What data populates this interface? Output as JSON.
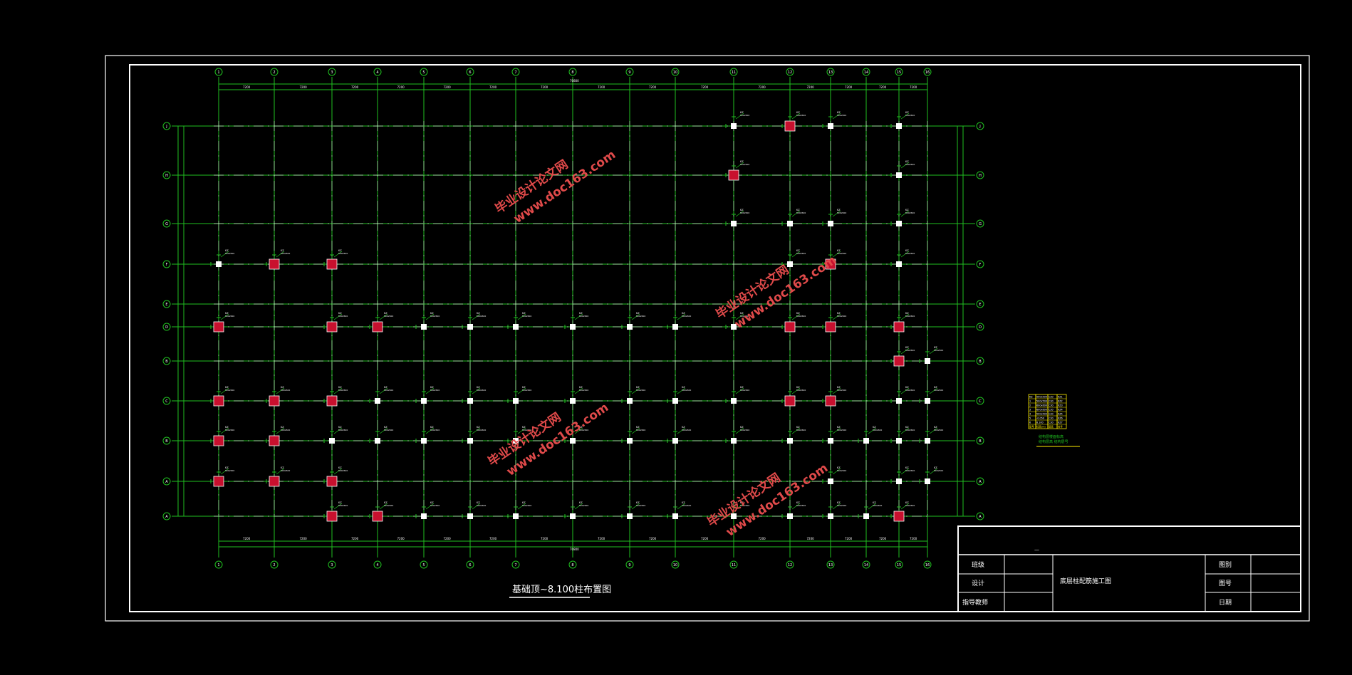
{
  "drawing": {
    "title": "基础顶~8.100柱布置图",
    "watermark": {
      "line1": "毕业设计论文网",
      "line2": "www.doc163.com"
    },
    "col_axes": [
      "1",
      "2",
      "3",
      "4",
      "5",
      "6",
      "7",
      "8",
      "9",
      "10",
      "11",
      "12",
      "13",
      "14",
      "15",
      "16"
    ],
    "row_axes": [
      "J",
      "H",
      "G",
      "F",
      "E",
      "D",
      "B",
      "C",
      "B",
      "A",
      "A"
    ],
    "top_total": "70800",
    "bottom_total": "70800"
  },
  "title_block": {
    "top_label": "—",
    "left_labels": [
      "班级",
      "设计",
      "指导教师"
    ],
    "drawing_name": "底层柱配筋施工图",
    "right_labels": [
      "图别",
      "图号",
      "日期"
    ]
  },
  "legend_table": {
    "rows": [
      [
        "KZ",
        "500x500",
        "C30",
        "KZ1"
      ],
      [
        "1",
        "500x500",
        "C30",
        "KZ2"
      ],
      [
        "2",
        "600x600",
        "C30",
        "KZ3"
      ],
      [
        "3",
        "600x600",
        "C30",
        "KZ4"
      ],
      [
        "4",
        "500x500",
        "C30",
        "KZ5"
      ],
      [
        "5",
        "-0.050",
        "C30",
        "KZ6"
      ],
      [
        "6",
        "8.100",
        "C30",
        "KZ7"
      ],
      [
        "层号",
        "标高(m)",
        "层高",
        "柱号"
      ]
    ],
    "caption": "结构层楼面标高",
    "subcaption": "结构层高  结构层号"
  },
  "colors": {
    "grid": "#20c020",
    "frame": "#ffffff",
    "column_red": "#c8102e",
    "text": "#ffffff",
    "legend_yellow": "#ffee00"
  }
}
